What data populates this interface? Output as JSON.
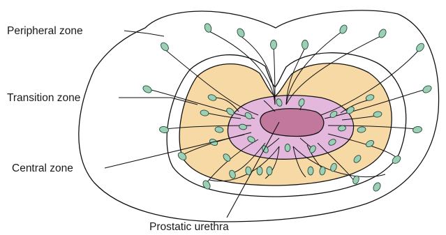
{
  "labels": {
    "peripheral": "Peripheral zone",
    "transition": "Transition zone",
    "central": "Central zone",
    "urethra": "Prostatic urethra"
  },
  "colors": {
    "peripheral_fill": "#ffffff",
    "transition_fill": "#f7d9a6",
    "central_fill": "#e3b8dc",
    "urethra_fill": "#c2789c",
    "gland_fill": "#9ccfb5",
    "outline": "#111111"
  }
}
